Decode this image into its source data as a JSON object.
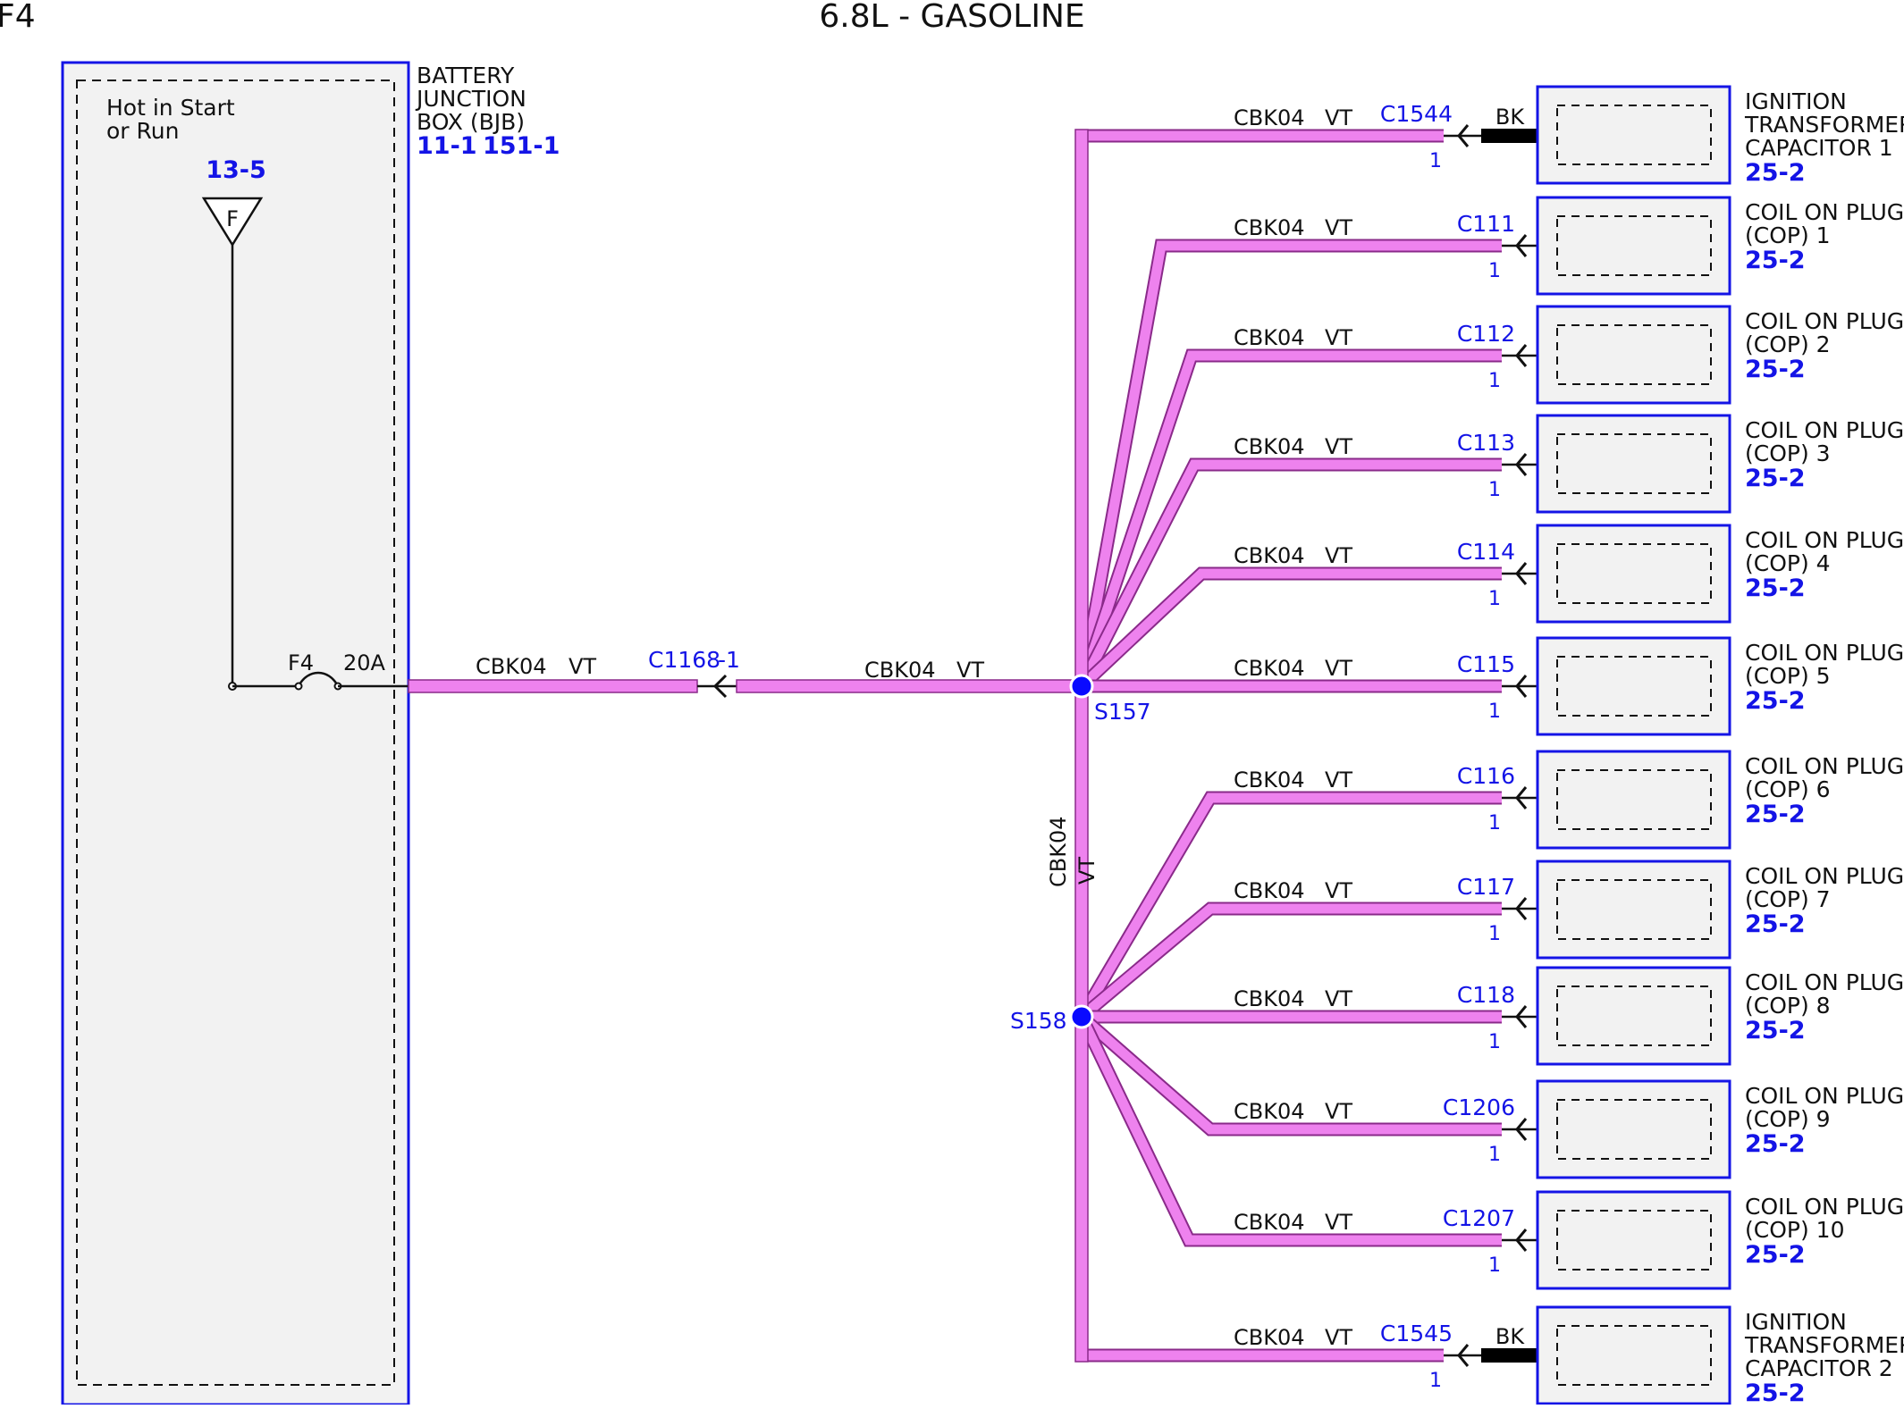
{
  "header": {
    "circuit_id": "F4",
    "title": "6.8L - GASOLINE"
  },
  "colors": {
    "wire": "#ee82ee",
    "wire_edge": "#8a2a8a",
    "link": "#1414e6",
    "component_fill": "#f2f2f2"
  },
  "bjb": {
    "name_lines": [
      "BATTERY",
      "JUNCTION",
      "BOX (BJB)"
    ],
    "refs": [
      "11-1",
      "151-1"
    ],
    "hot_label_lines": [
      "Hot in Start",
      "or Run"
    ],
    "feed_ref": "13-5",
    "feed_symbol": "F",
    "fuse_name": "F4",
    "fuse_rating": "20A"
  },
  "main_run": {
    "segment1": {
      "circuit": "CBK04",
      "color": "VT"
    },
    "inline_connector": {
      "name": "C1168",
      "pin": "-1"
    },
    "segment2": {
      "circuit": "CBK04",
      "color": "VT"
    },
    "trunk": {
      "circuit": "CBK04",
      "color": "VT"
    }
  },
  "splices": [
    {
      "name": "S157"
    },
    {
      "name": "S158"
    }
  ],
  "branches": [
    {
      "circuit": "CBK04",
      "color": "VT",
      "connector": "C1544",
      "pin": "1",
      "pigtail": "BK",
      "component_lines": [
        "IGNITION",
        "TRANSFORMER",
        "CAPACITOR 1"
      ],
      "ref": "25-2"
    },
    {
      "circuit": "CBK04",
      "color": "VT",
      "connector": "C111",
      "pin": "1",
      "component_lines": [
        "COIL ON PLUG",
        "(COP) 1"
      ],
      "ref": "25-2"
    },
    {
      "circuit": "CBK04",
      "color": "VT",
      "connector": "C112",
      "pin": "1",
      "component_lines": [
        "COIL ON PLUG",
        "(COP) 2"
      ],
      "ref": "25-2"
    },
    {
      "circuit": "CBK04",
      "color": "VT",
      "connector": "C113",
      "pin": "1",
      "component_lines": [
        "COIL ON PLUG",
        "(COP) 3"
      ],
      "ref": "25-2"
    },
    {
      "circuit": "CBK04",
      "color": "VT",
      "connector": "C114",
      "pin": "1",
      "component_lines": [
        "COIL ON PLUG",
        "(COP) 4"
      ],
      "ref": "25-2"
    },
    {
      "circuit": "CBK04",
      "color": "VT",
      "connector": "C115",
      "pin": "1",
      "component_lines": [
        "COIL ON PLUG",
        "(COP) 5"
      ],
      "ref": "25-2"
    },
    {
      "circuit": "CBK04",
      "color": "VT",
      "connector": "C116",
      "pin": "1",
      "component_lines": [
        "COIL ON PLUG",
        "(COP) 6"
      ],
      "ref": "25-2"
    },
    {
      "circuit": "CBK04",
      "color": "VT",
      "connector": "C117",
      "pin": "1",
      "component_lines": [
        "COIL ON PLUG",
        "(COP) 7"
      ],
      "ref": "25-2"
    },
    {
      "circuit": "CBK04",
      "color": "VT",
      "connector": "C118",
      "pin": "1",
      "component_lines": [
        "COIL ON PLUG",
        "(COP) 8"
      ],
      "ref": "25-2"
    },
    {
      "circuit": "CBK04",
      "color": "VT",
      "connector": "C1206",
      "pin": "1",
      "component_lines": [
        "COIL ON PLUG",
        "(COP) 9"
      ],
      "ref": "25-2"
    },
    {
      "circuit": "CBK04",
      "color": "VT",
      "connector": "C1207",
      "pin": "1",
      "component_lines": [
        "COIL ON PLUG",
        "(COP) 10"
      ],
      "ref": "25-2"
    },
    {
      "circuit": "CBK04",
      "color": "VT",
      "connector": "C1545",
      "pin": "1",
      "pigtail": "BK",
      "component_lines": [
        "IGNITION",
        "TRANSFORMER",
        "CAPACITOR 2"
      ],
      "ref": "25-2"
    }
  ]
}
